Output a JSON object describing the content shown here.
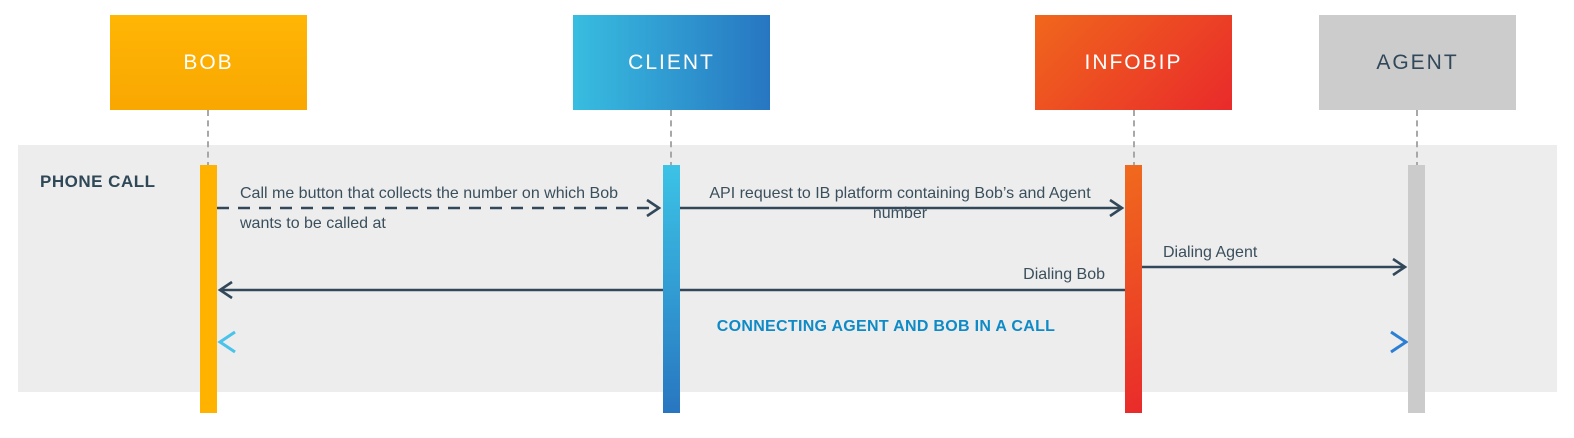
{
  "diagram": {
    "phase_label": "PHONE CALL",
    "actors": [
      {
        "id": "bob",
        "label": "BOB",
        "color_from": "#FFB604",
        "color_to": "#F9A701"
      },
      {
        "id": "client",
        "label": "CLIENT",
        "color_from": "#38BDE0",
        "color_to": "#2776C1"
      },
      {
        "id": "infobip",
        "label": "INFOBIP",
        "color_from": "#F0671C",
        "color_to": "#E92A2B"
      },
      {
        "id": "agent",
        "label": "AGENT",
        "color": "#CDCCCC"
      }
    ],
    "messages": [
      {
        "from": "bob",
        "to": "client",
        "style": "dashed",
        "color": "#32485A",
        "label_line1": "Call me button that collects the number on which Bob",
        "label_line2": "wants to be called at"
      },
      {
        "from": "client",
        "to": "infobip",
        "style": "solid",
        "color": "#32485A",
        "label": "API request to IB platform containing Bob’s and Agent number"
      },
      {
        "from": "infobip",
        "to": "agent",
        "style": "solid",
        "color": "#32485A",
        "label": "Dialing Agent"
      },
      {
        "from": "infobip",
        "to": "bob",
        "style": "solid",
        "color": "#32485A",
        "label": "Dialing Bob"
      },
      {
        "from": "agent",
        "to": "bob",
        "style": "double-headed",
        "color_from": "#49C3E9",
        "color_to": "#2C7FD4",
        "label": "CONNECTING AGENT AND BOB IN A CALL",
        "label_color": "#0E8AC6"
      }
    ]
  }
}
